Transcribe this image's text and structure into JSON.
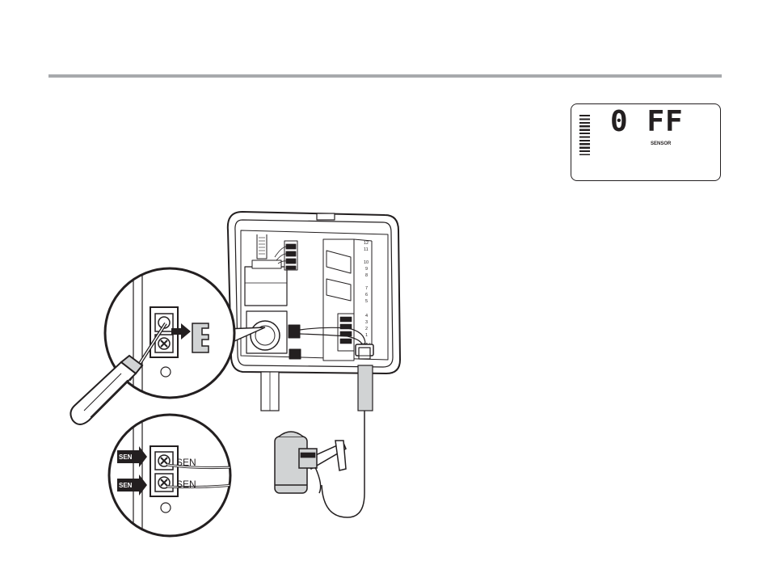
{
  "lcd": {
    "display_text": "0 FF",
    "indicator_label": "SENSOR"
  },
  "terminal_tags": {
    "sen_top": "SEN",
    "sen_bottom": "SEN"
  },
  "terminal_labels": {
    "sen_top": "SEN",
    "sen_bottom": "SEN"
  },
  "colors": {
    "rule": "#a7a9ac",
    "ink": "#231f20",
    "shade": "#d1d3d4"
  }
}
